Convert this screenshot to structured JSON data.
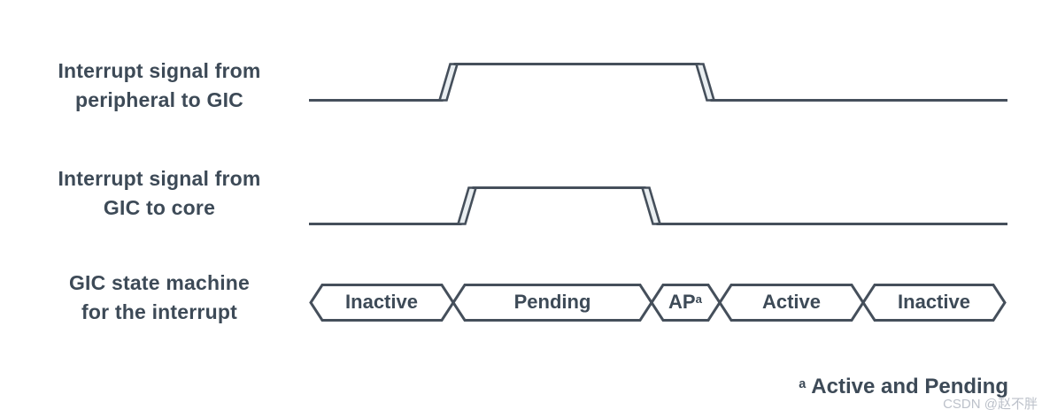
{
  "diagram": {
    "title_hint": "GIC interrupt handling timing diagram",
    "rows": [
      {
        "line1": "Interrupt signal from",
        "line2": "peripheral to GIC"
      },
      {
        "line1": "Interrupt signal from",
        "line2": "GIC to core"
      },
      {
        "line1": "GIC state machine",
        "line2": "for the interrupt"
      }
    ],
    "signals": [
      {
        "name": "Interrupt signal from peripheral to GIC",
        "levels": [
          "low",
          "high",
          "low"
        ]
      },
      {
        "name": "Interrupt signal from GIC to core",
        "levels": [
          "low",
          "high",
          "low"
        ]
      }
    ],
    "states": [
      {
        "label": "Inactive"
      },
      {
        "label": "Pending"
      },
      {
        "label": "AP",
        "superscript": "a"
      },
      {
        "label": "Active"
      },
      {
        "label": "Inactive"
      }
    ]
  },
  "footnote": {
    "superscript": "a",
    "text": "Active and Pending"
  },
  "watermark": {
    "text": "CSDN @赵不胖"
  },
  "colors": {
    "bg": "#ffffff",
    "ink": "#3d4a57",
    "line": "#454f5b",
    "edge-fill": "#e9eef1",
    "watermark": "#bcc1ca"
  }
}
